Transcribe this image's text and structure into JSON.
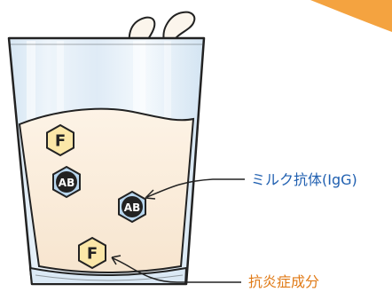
{
  "colors": {
    "orange_accent": "#f4a340",
    "milk": "#fbeede",
    "glass_tint": "#dbe9f5",
    "antibody_fill": "#b9d7ef",
    "factor_fill": "#fbe7a8",
    "blue_label": "#1f5fb0",
    "orange_label": "#e07a16"
  },
  "badges": {
    "factor_text": "F",
    "antibody_text": "AB"
  },
  "labels": {
    "antibody": "ミルク抗体(IgG)",
    "anti_inflammatory": "抗炎症成分"
  },
  "icons": {
    "antibody": "hexagon-ab-icon",
    "factor": "hexagon-f-icon"
  }
}
